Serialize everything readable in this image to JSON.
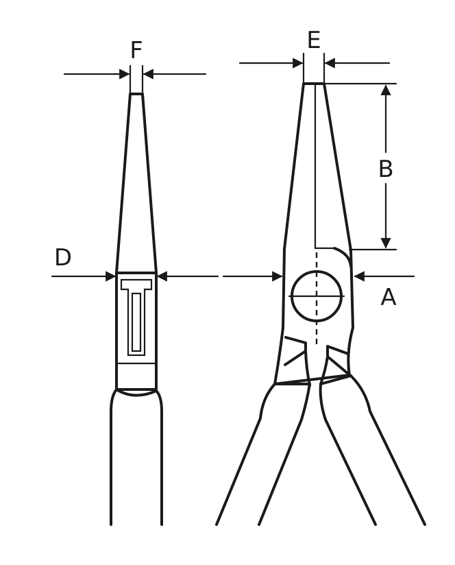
{
  "labels": {
    "F": "F",
    "E": "E",
    "B": "B",
    "D": "D",
    "A": "A"
  },
  "colors": {
    "line": "#1a1a1a",
    "background": "#ffffff"
  }
}
